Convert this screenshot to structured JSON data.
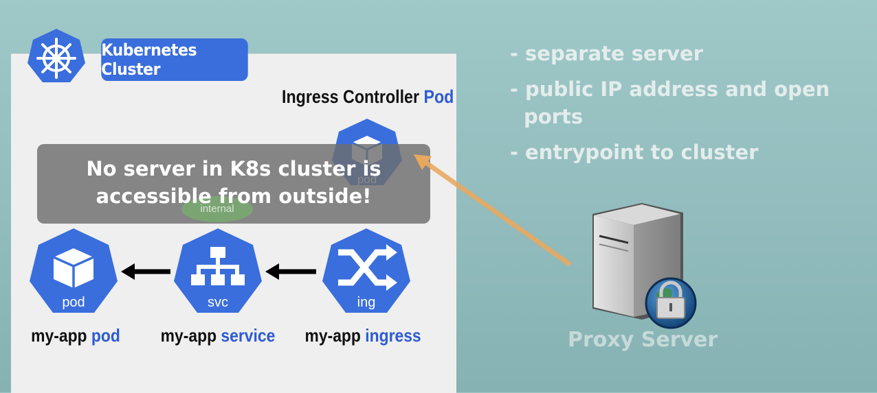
{
  "cluster": {
    "tag_label": "Kubernetes Cluster",
    "ingress_controller": {
      "title_plain": "Ingress Controller",
      "title_accent": "Pod",
      "icon_label": "pod"
    },
    "overlay_text_line1": "No server in K8s cluster is",
    "overlay_text_line2": "accessible from outside!",
    "internal_label": "internal",
    "components": [
      {
        "icon": "cube-icon",
        "icon_label": "pod",
        "caption_plain": "my-app",
        "caption_accent": "pod"
      },
      {
        "icon": "network-icon",
        "icon_label": "svc",
        "caption_plain": "my-app",
        "caption_accent": "service"
      },
      {
        "icon": "shuffle-icon",
        "icon_label": "ing",
        "caption_plain": "my-app",
        "caption_accent": "ingress"
      }
    ]
  },
  "bullets": [
    {
      "dash": "-",
      "text": "separate server",
      "cont": ""
    },
    {
      "dash": "-",
      "text": "public IP address and open",
      "cont": "ports"
    },
    {
      "dash": "-",
      "text": "entrypoint to cluster",
      "cont": ""
    }
  ],
  "proxy": {
    "label": "Proxy Server",
    "icon": "server-lock-icon"
  },
  "colors": {
    "k8s_blue": "#3a6edc",
    "accent_text": "#2d5bd3",
    "arrow_orange": "#e8a860",
    "flow_arrow": "#000000"
  }
}
